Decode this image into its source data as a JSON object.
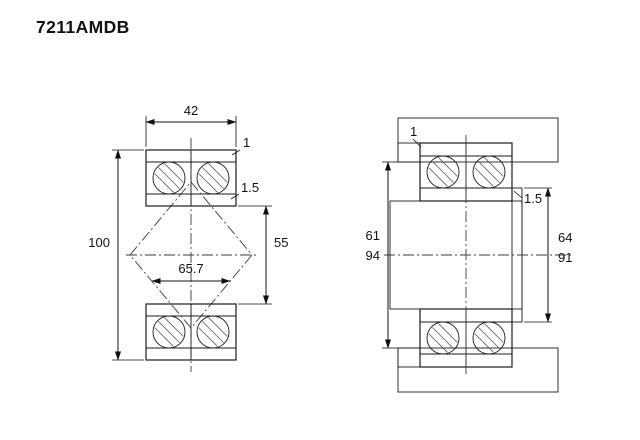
{
  "title": "7211AMDB",
  "colors": {
    "bearing_red": "#d0452a",
    "housing_gray": "#d3d3d3",
    "shaft_gray": "#c9c9c9",
    "step_gray": "#b6b6b6"
  },
  "left": {
    "width": "42",
    "chamfer_outer": "1",
    "chamfer_inner": "1.5",
    "outer_diameter": "100",
    "bore": "55",
    "pitch": "65.7"
  },
  "right": {
    "fillet_housing": "1",
    "fillet_shaft": "1.5",
    "dia_left_top": "61",
    "dia_left_bottom": "94",
    "dia_right_top": "64",
    "dia_right_bottom": "91"
  }
}
